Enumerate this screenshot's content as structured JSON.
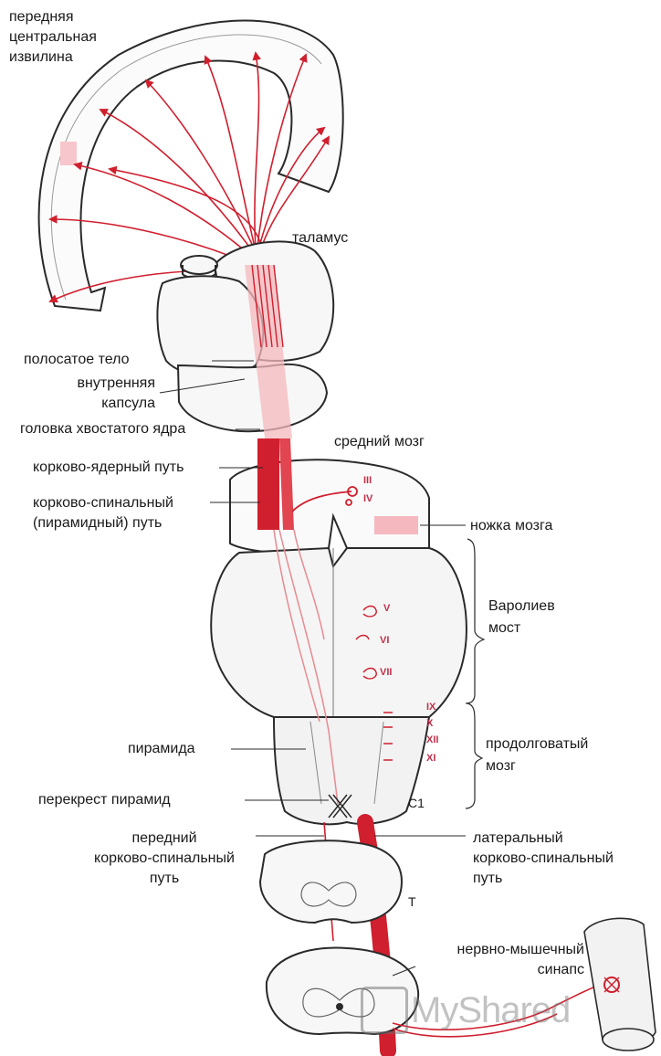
{
  "labels": {
    "precentral_gyrus": [
      "передняя",
      "центральная",
      "извилина"
    ],
    "thalamus": "таламус",
    "striatum": "полосатое тело",
    "internal_capsule": [
      "внутренняя",
      "капсула"
    ],
    "caudate_head": "головка хвостатого ядра",
    "midbrain": "средний мозг",
    "corticonuclear": "корково-ядерный путь",
    "corticospinal": [
      "корково-спинальный",
      "(пирамидный) путь"
    ],
    "cerebral_peduncle": "ножка мозга",
    "pons": [
      "Варолиев",
      "мост"
    ],
    "pyramid": "пирамида",
    "medulla": [
      "продолговатый",
      "мозг"
    ],
    "decussation": "перекрест пирамид",
    "anterior_tract": [
      "передний",
      "корково-спинальный",
      "путь"
    ],
    "lateral_tract": [
      "латеральный",
      "корково-спинальный",
      "путь"
    ],
    "neuromuscular": [
      "нервно-мышечный",
      "синапс"
    ],
    "c1": "C1",
    "t": "T"
  },
  "cranial_nerves": [
    "III",
    "IV",
    "V",
    "VI",
    "VII",
    "IX",
    "X",
    "XII",
    "XI"
  ],
  "watermark": "MyShared",
  "colors": {
    "tract": "#d01f2e",
    "tract_light": "#f4b8be",
    "outline": "#2a2a2a"
  }
}
